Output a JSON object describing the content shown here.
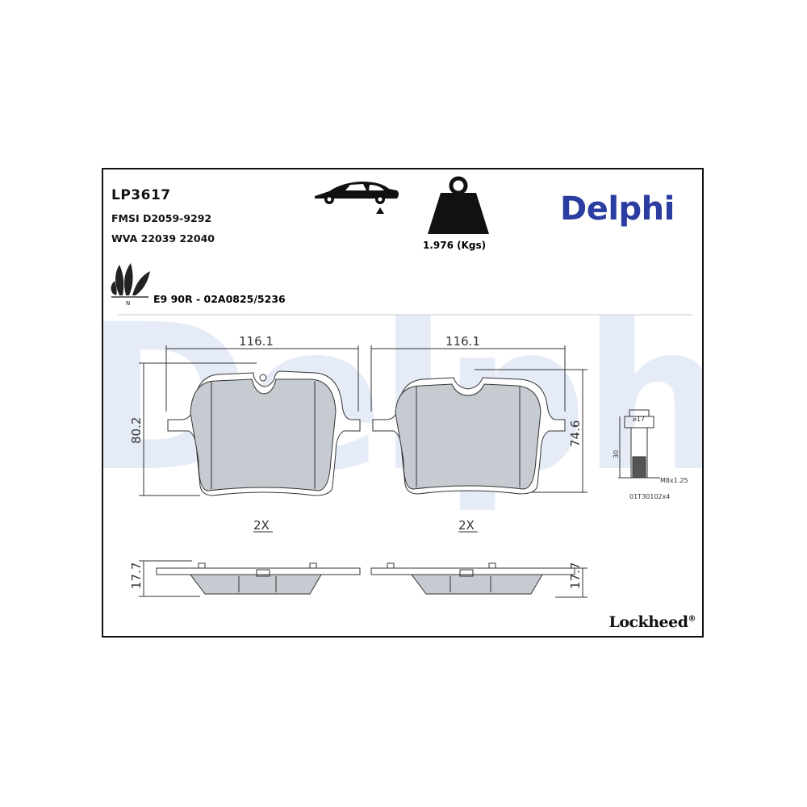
{
  "header": {
    "product_code": "LP3617",
    "fmsi": "FMSI D2059-9292",
    "wva": "WVA 22039 22040",
    "weight": "1.976 (Kgs)",
    "ecer90": "E9 90R - 02A0825/5236",
    "eco_symbol_letter": "N"
  },
  "brand": {
    "name": "Delphi",
    "color": "#2b3da0"
  },
  "brand_secondary": {
    "name": "Lockheed",
    "mark": "®"
  },
  "watermark": {
    "text": "Delphi",
    "color": "#e6ecf7"
  },
  "drawing": {
    "left_pad": {
      "width": "116.1",
      "height": "80.2",
      "quantity": "2X",
      "thickness": "17.7"
    },
    "right_pad": {
      "width": "116.1",
      "height": "74.6",
      "quantity": "2X",
      "thickness": "17.7"
    },
    "screw": {
      "diameter": "⌀17",
      "length": "30",
      "thread": "M8x1.25",
      "part_number": "01T30102x4"
    }
  },
  "icons": [
    "car-axle-icon",
    "weight-icon",
    "eco-leaf-icon"
  ]
}
